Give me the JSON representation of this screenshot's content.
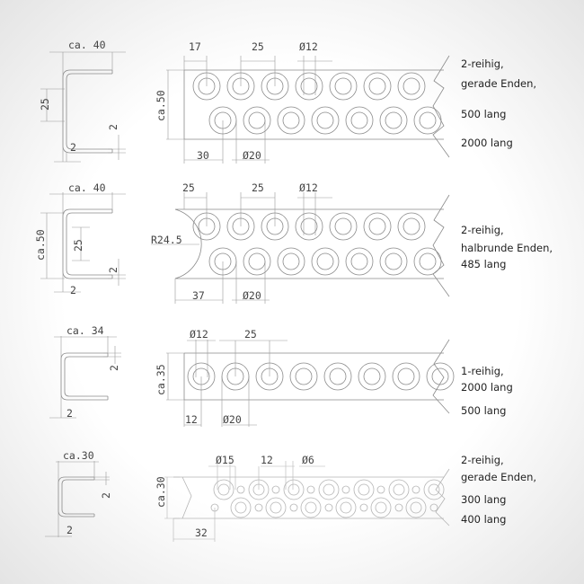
{
  "sections": [
    {
      "profile": {
        "width": "ca. 40",
        "inner": "25",
        "thickness_right": "2",
        "thickness_bottom": "2"
      },
      "strip": {
        "height": "ca.50",
        "edge_offset": "17",
        "pitch": "25",
        "hole": "Ø12",
        "row2_offset": "30",
        "ring": "Ø20"
      },
      "notes": [
        "2-reihig,",
        "gerade Enden,",
        "500 lang",
        "2000 lang"
      ]
    },
    {
      "profile": {
        "width": "ca. 40",
        "height": "ca.50",
        "inner": "25",
        "thickness_right": "2",
        "thickness_bottom": "2"
      },
      "strip": {
        "radius": "R24.5",
        "edge_offset": "25",
        "pitch": "25",
        "hole": "Ø12",
        "row2_offset": "37",
        "ring": "Ø20"
      },
      "notes": [
        "2-reihig,",
        "halbrunde Enden,",
        "485 lang"
      ]
    },
    {
      "profile": {
        "width": "ca. 34",
        "thickness_right": "2",
        "thickness_bottom": "2"
      },
      "strip": {
        "height": "ca.35",
        "hole": "Ø12",
        "pitch": "25",
        "edge_offset": "12",
        "ring": "Ø20"
      },
      "notes": [
        "1-reihig,",
        "2000 lang",
        "500 lang"
      ]
    },
    {
      "profile": {
        "width": "ca.30",
        "thickness_right": "2",
        "thickness_bottom": "2"
      },
      "strip": {
        "height": "ca.30",
        "ring": "Ø15",
        "pitch": "12",
        "small_hole": "Ø6",
        "edge_offset": "32"
      },
      "notes": [
        "2-reihig,",
        "gerade Enden,",
        "300 lang",
        "400 lang"
      ]
    }
  ]
}
